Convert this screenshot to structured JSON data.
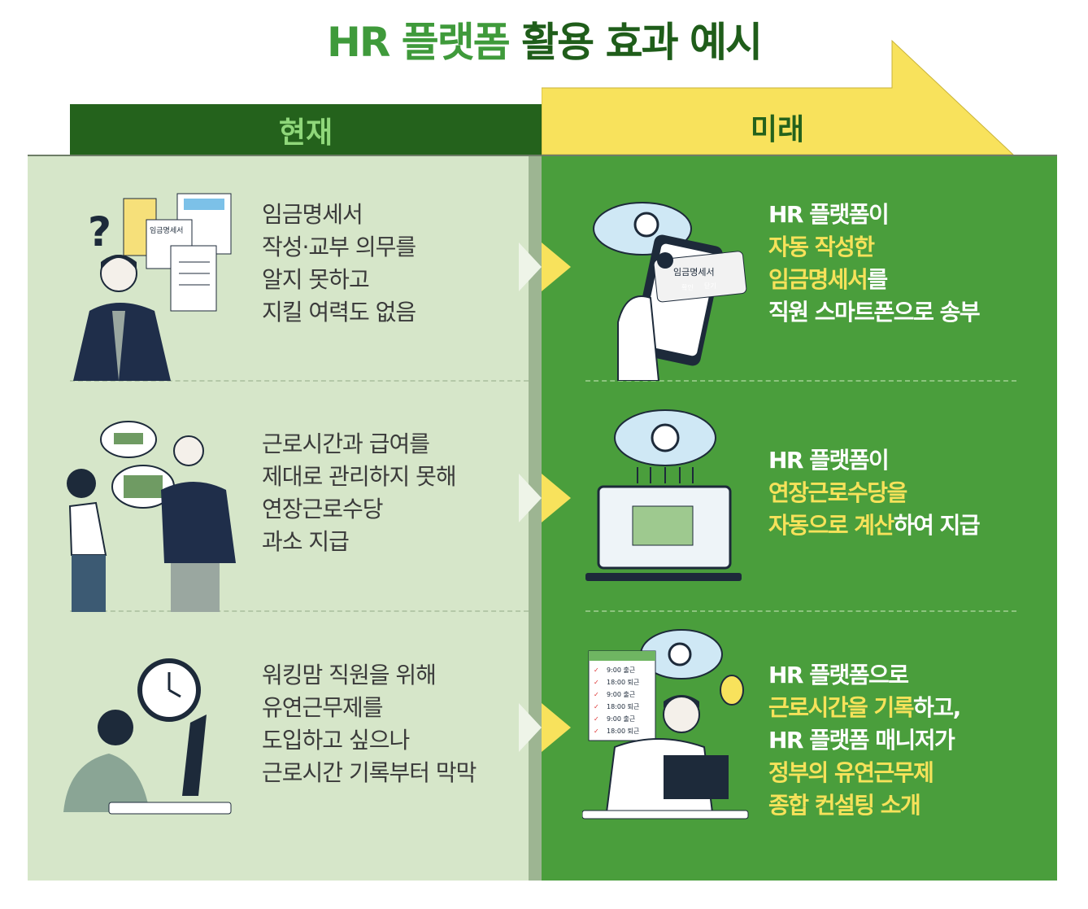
{
  "title": {
    "part1": "HR 플랫폼",
    "part2": "활용 효과 예시"
  },
  "headers": {
    "current": "현재",
    "future": "미래"
  },
  "colors": {
    "dark_green": "#24621c",
    "green": "#4a9e3c",
    "light_green": "#d6e6c9",
    "yellow": "#f8e25c",
    "highlight": "#f6e25a"
  },
  "rows": [
    {
      "current": [
        "임금명세서",
        "작성·교부 의무를",
        "알지 못하고",
        "지킬 여력도 없음"
      ],
      "future": [
        [
          {
            "t": "HR 플랫폼이",
            "h": false
          }
        ],
        [
          {
            "t": "자동 작성한",
            "h": true
          }
        ],
        [
          {
            "t": "임금명세서",
            "h": true
          },
          {
            "t": "를",
            "h": false
          }
        ],
        [
          {
            "t": "직원 스마트폰으로 송부",
            "h": false
          }
        ]
      ],
      "illus_labels": {
        "doc": "임금명세서",
        "phone_doc": "임금명세서",
        "ok": "확인",
        "close": "닫기"
      }
    },
    {
      "current": [
        "근로시간과 급여를",
        "제대로 관리하지 못해",
        "연장근로수당",
        "과소 지급"
      ],
      "future": [
        [
          {
            "t": "HR 플랫폼이",
            "h": false
          }
        ],
        [
          {
            "t": "연장근로수당을",
            "h": true
          }
        ],
        [
          {
            "t": "자동으로 계산",
            "h": true
          },
          {
            "t": "하여 지급",
            "h": false
          }
        ]
      ]
    },
    {
      "current": [
        "워킹맘 직원을 위해",
        "유연근무제를",
        "도입하고 싶으나",
        "근로시간 기록부터 막막"
      ],
      "future": [
        [
          {
            "t": "HR 플랫폼으로",
            "h": false
          }
        ],
        [
          {
            "t": "근로시간을 기록",
            "h": true
          },
          {
            "t": "하고,",
            "h": false
          }
        ],
        [
          {
            "t": "HR 플랫폼 매니저가",
            "h": false
          }
        ],
        [
          {
            "t": "정부의 유연근무제",
            "h": true
          }
        ],
        [
          {
            "t": "종합 컨설팅 소개",
            "h": true
          }
        ]
      ],
      "illus_labels": {
        "sheet": [
          "9:00 출근",
          "18:00 퇴근",
          "9:00 출근",
          "18:00 퇴근",
          "9:00 출근",
          "18:00 퇴근"
        ]
      }
    }
  ]
}
